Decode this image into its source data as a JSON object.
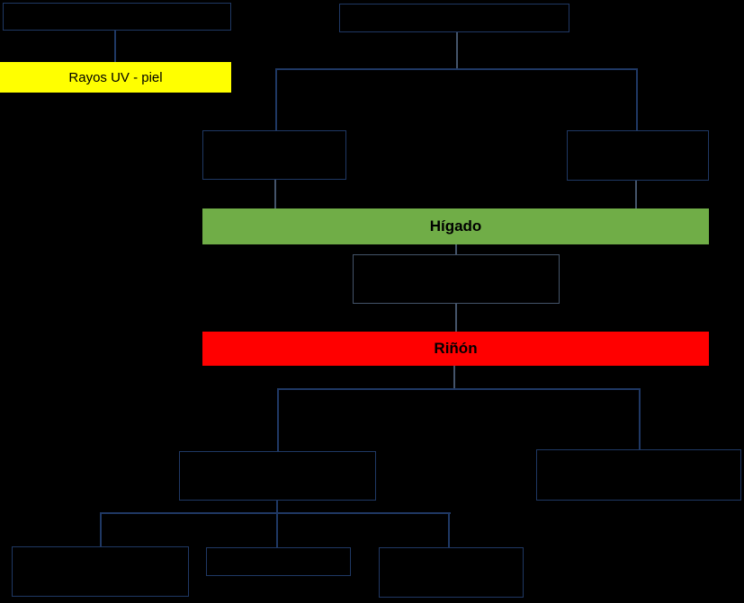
{
  "diagram": {
    "type": "flowchart",
    "bands": {
      "uv": {
        "label": "Rayos UV - piel",
        "fill": "#ffff00"
      },
      "liver": {
        "label": "Hígado",
        "fill": "#70ad47"
      },
      "kidney": {
        "label": "Riñón",
        "fill": "#ff0000"
      }
    },
    "colors": {
      "background": "#000000",
      "navy": "#1f3864",
      "gray": "#44546a",
      "label_text": "#000000"
    }
  }
}
